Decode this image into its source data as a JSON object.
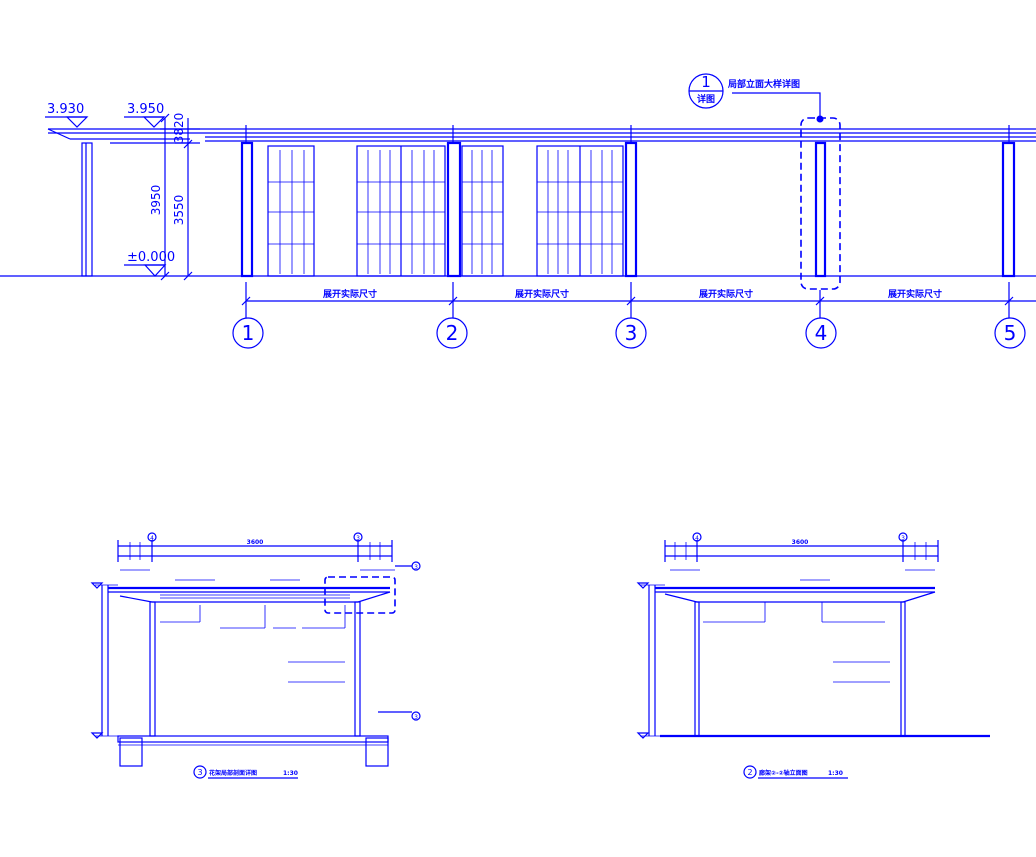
{
  "elevation": {
    "levels": [
      "3.930",
      "3.950",
      "±0.000"
    ],
    "dims_vertical": [
      "3950",
      "3550",
      "3820"
    ],
    "callout": {
      "number": "1",
      "sheet": "详图",
      "label": "局部立面大样详图"
    },
    "span_label": "展开实际尺寸",
    "axes": [
      "1",
      "2",
      "3",
      "4",
      "5"
    ]
  },
  "section_left": {
    "axes": [
      "4",
      "3"
    ],
    "overall_dim": "3600",
    "callout_number": "3",
    "title": "花架局部剖面详图",
    "scale": "1:30",
    "title_number": "3"
  },
  "section_right": {
    "axes": [
      "4",
      "3"
    ],
    "overall_dim": "3600",
    "title": "廊架②-②轴立面图",
    "scale": "1:30",
    "title_number": "2"
  },
  "colors": {
    "line": "#0000ff",
    "background": "#ffffff"
  }
}
